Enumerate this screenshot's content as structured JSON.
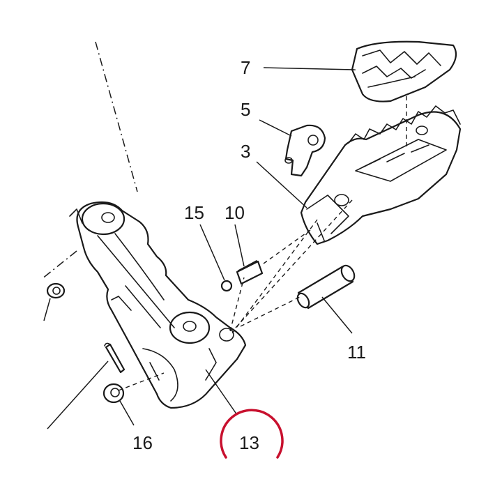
{
  "labels": {
    "p3": "3",
    "p5": "5",
    "p7": "7",
    "p10": "10",
    "p11": "11",
    "p13": "13",
    "p15": "15",
    "p16": "16"
  },
  "highlight": {
    "target": "13",
    "color": "#c8102e"
  }
}
